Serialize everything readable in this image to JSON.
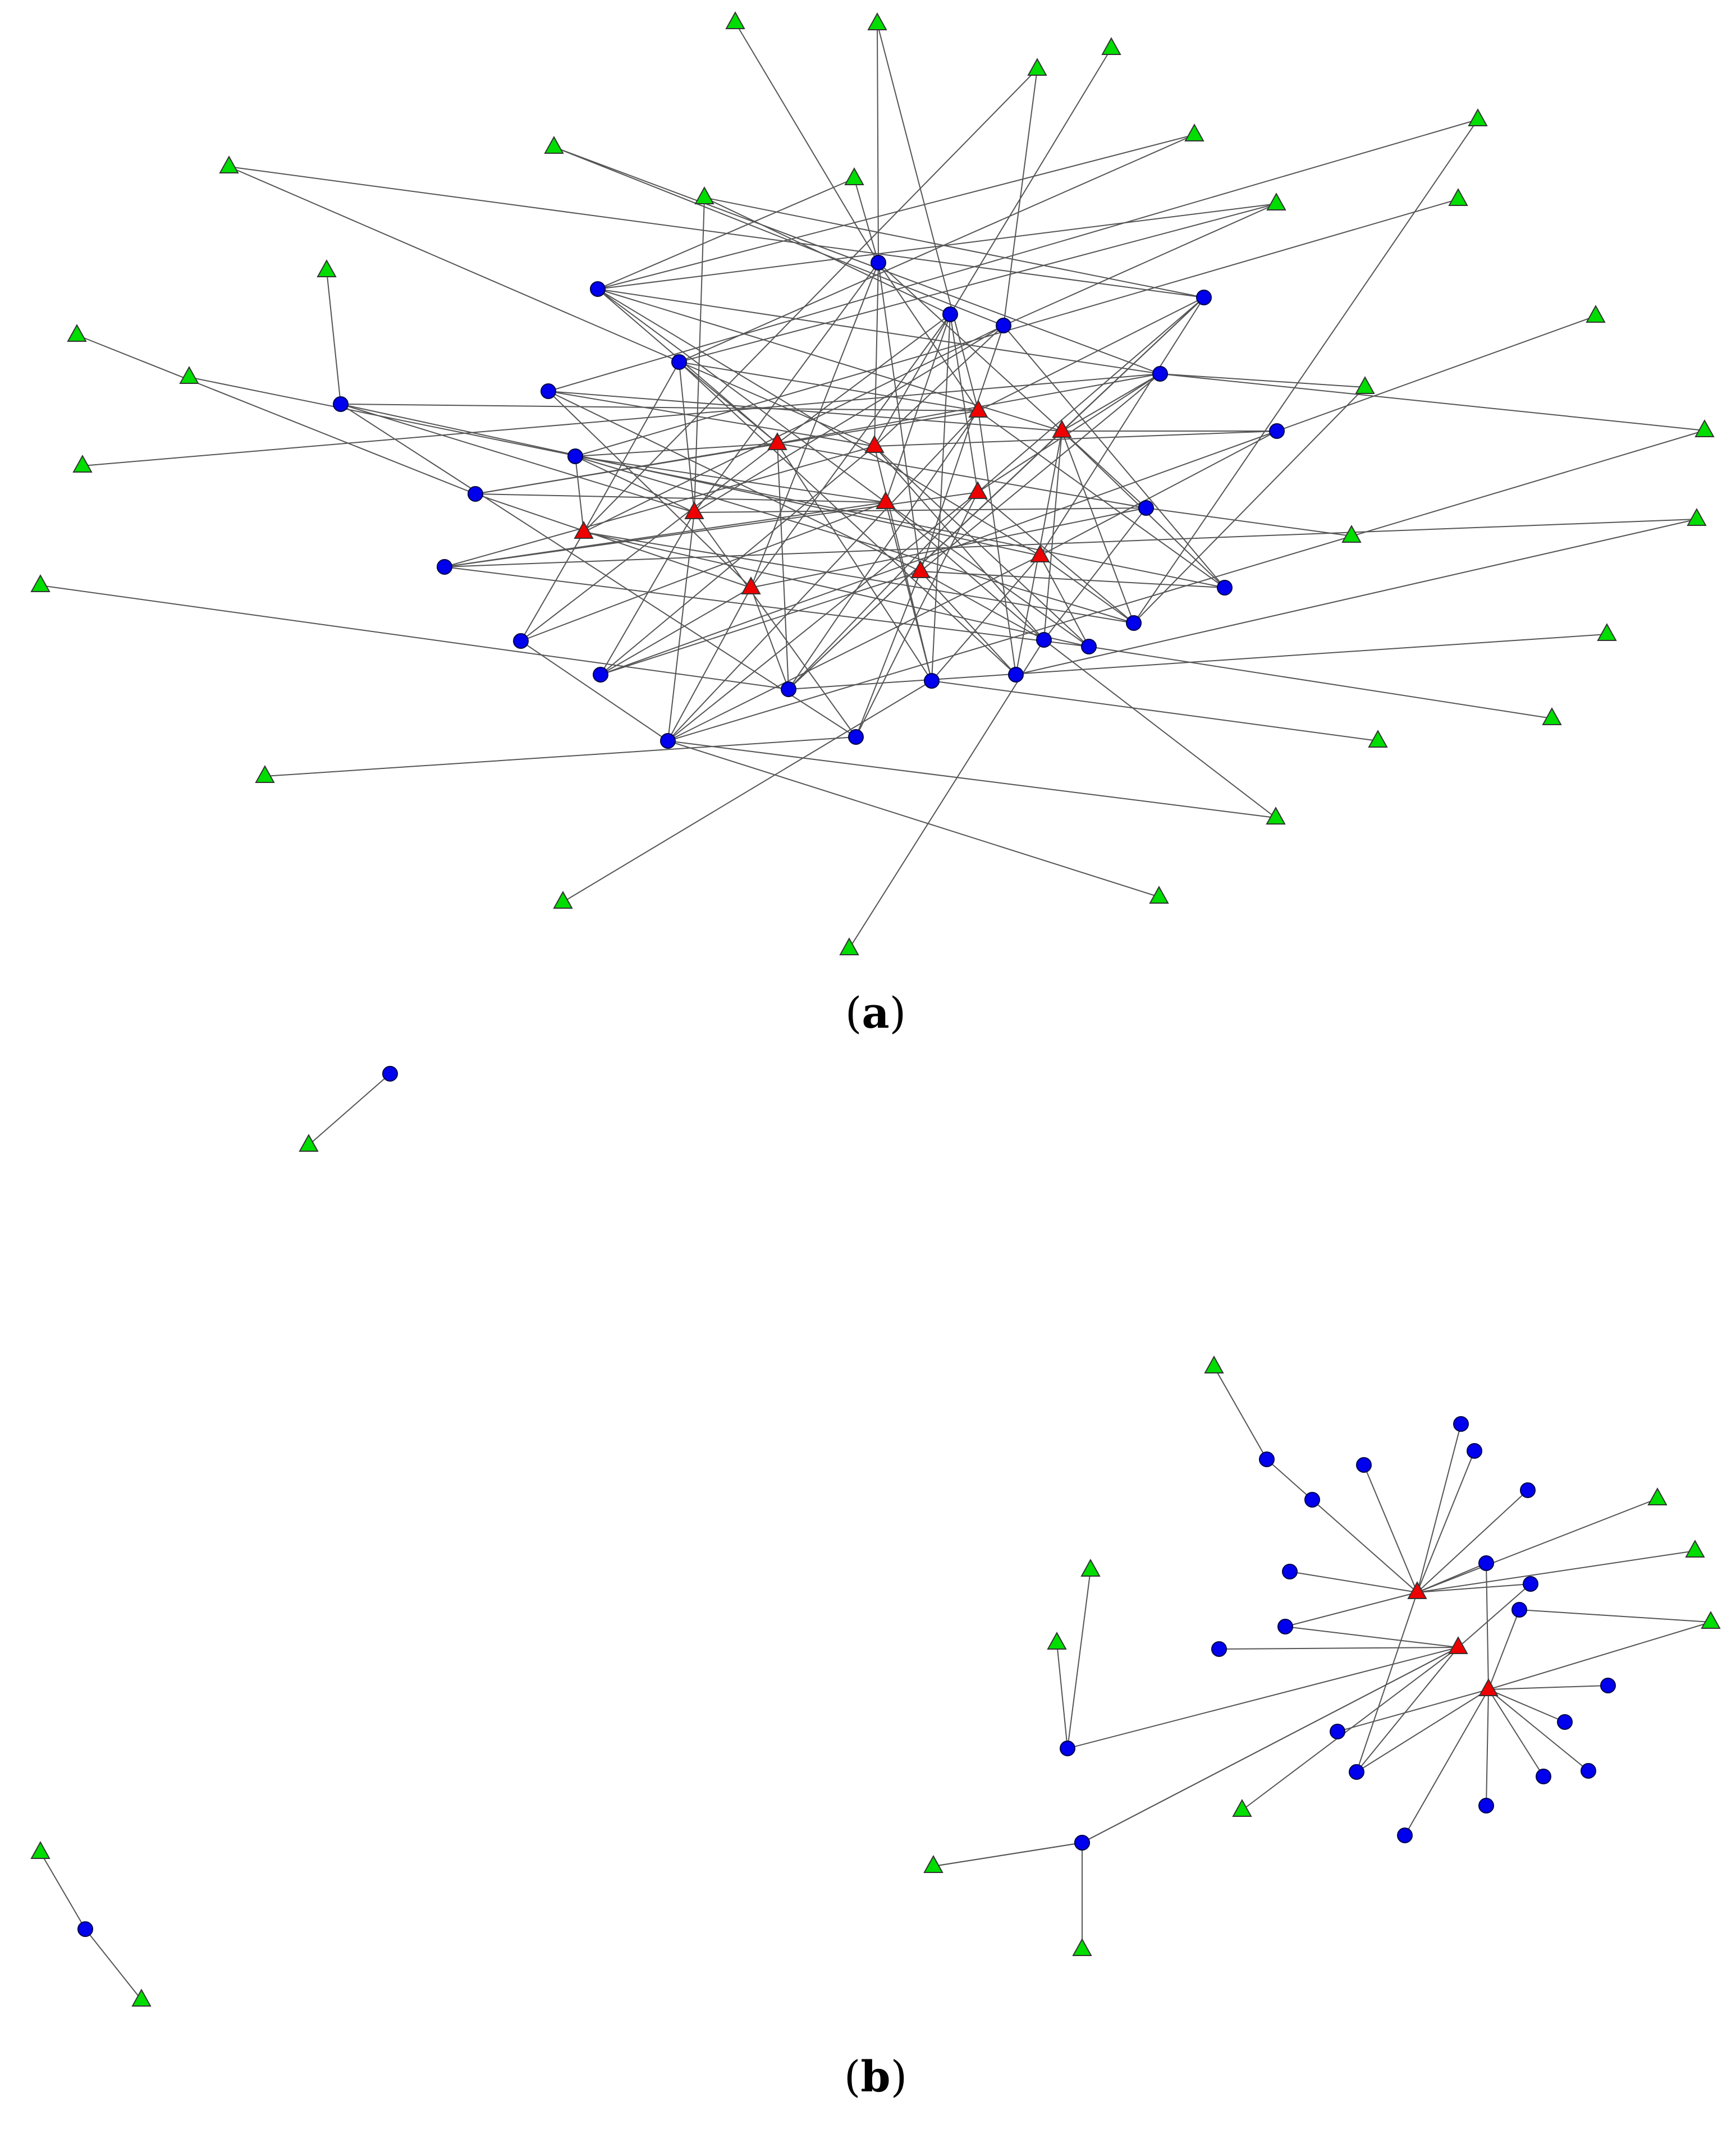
{
  "colors": {
    "circle_fill": "#0000ee",
    "circle_stroke": "#00004a",
    "green_triangle_fill": "#00dd00",
    "red_triangle_fill": "#ee0000",
    "triangle_stroke": "#333333",
    "edge": "#555555"
  },
  "captions": {
    "a": {
      "open": "(",
      "letter": "a",
      "close": ")"
    },
    "b": {
      "open": "(",
      "letter": "b",
      "close": ")"
    }
  },
  "networks": {
    "a": {
      "nodes": {
        "c1": "circle",
        "c2": "circle",
        "c3": "circle",
        "c4": "circle",
        "c5": "circle",
        "c6": "circle",
        "c7": "circle",
        "c8": "circle",
        "c9": "circle",
        "c10": "circle",
        "c11": "circle",
        "c12": "circle",
        "c13": "circle",
        "c14": "circle",
        "c15": "circle",
        "c16": "circle",
        "c17": "circle",
        "c18": "circle",
        "c19": "circle",
        "c20": "circle",
        "c21": "circle",
        "c22": "circle",
        "c23": "circle",
        "c24": "circle",
        "c25": "circle",
        "r1": "red-triangle",
        "r2": "red-triangle",
        "r3": "red-triangle",
        "r4": "red-triangle",
        "r5": "red-triangle",
        "r6": "red-triangle",
        "r7": "red-triangle",
        "r8": "red-triangle",
        "r9": "red-triangle",
        "r10": "red-triangle",
        "r11": "red-triangle",
        "g1": "green-triangle",
        "g2": "green-triangle",
        "g3": "green-triangle",
        "g4": "green-triangle",
        "g5": "green-triangle",
        "g6": "green-triangle",
        "g7": "green-triangle",
        "g8": "green-triangle",
        "g9": "green-triangle",
        "g10": "green-triangle",
        "g11": "green-triangle",
        "g12": "green-triangle",
        "g13": "green-triangle",
        "g14": "green-triangle",
        "g15": "green-triangle",
        "g16": "green-triangle",
        "g17": "green-triangle",
        "g18": "green-triangle",
        "g19": "green-triangle",
        "g20": "green-triangle",
        "g21": "green-triangle",
        "g22": "green-triangle",
        "g23": "green-triangle",
        "g24": "green-triangle",
        "g25": "green-triangle",
        "g26": "green-triangle",
        "g27": "green-triangle",
        "g28": "green-triangle",
        "g29": "green-triangle",
        "g30": "green-triangle"
      },
      "edges": [
        [
          "g1",
          "c1"
        ],
        [
          "g2",
          "c1"
        ],
        [
          "g3",
          "r8"
        ],
        [
          "g4",
          "c3"
        ],
        [
          "g5",
          "c4"
        ],
        [
          "g6",
          "c1"
        ],
        [
          "g6",
          "c2"
        ],
        [
          "g7",
          "c3"
        ],
        [
          "g7",
          "c5"
        ],
        [
          "g8",
          "c5"
        ],
        [
          "g9",
          "c2"
        ],
        [
          "g9",
          "c4"
        ],
        [
          "g9",
          "c6"
        ],
        [
          "g10",
          "c6"
        ],
        [
          "g10",
          "c2"
        ],
        [
          "g11",
          "c7"
        ],
        [
          "g11",
          "c17"
        ],
        [
          "g12",
          "c10"
        ],
        [
          "g13",
          "c8"
        ],
        [
          "g14",
          "c11"
        ],
        [
          "g15",
          "c12"
        ],
        [
          "g16",
          "c15"
        ],
        [
          "g17",
          "c9"
        ],
        [
          "g17",
          "c17"
        ],
        [
          "g18",
          "c9"
        ],
        [
          "g19",
          "c9"
        ],
        [
          "g20",
          "c14"
        ],
        [
          "g20",
          "c21"
        ],
        [
          "g21",
          "c13"
        ],
        [
          "g22",
          "c19"
        ],
        [
          "g23",
          "c19"
        ],
        [
          "g24",
          "c20"
        ],
        [
          "g25",
          "c22"
        ],
        [
          "g26",
          "c23"
        ],
        [
          "g27",
          "c24"
        ],
        [
          "g28",
          "c24"
        ],
        [
          "g29",
          "c22"
        ],
        [
          "g30",
          "c25"
        ],
        [
          "g2",
          "r3"
        ],
        [
          "g5",
          "c9"
        ],
        [
          "g3",
          "c4"
        ],
        [
          "g8",
          "r2"
        ],
        [
          "g7",
          "r5"
        ],
        [
          "g18",
          "c24"
        ],
        [
          "g27",
          "c25"
        ],
        [
          "c1",
          "r2"
        ],
        [
          "c1",
          "r3"
        ],
        [
          "c1",
          "r5"
        ],
        [
          "c1",
          "r9"
        ],
        [
          "c1",
          "r10"
        ],
        [
          "c2",
          "r1"
        ],
        [
          "c2",
          "r4"
        ],
        [
          "c2",
          "r6"
        ],
        [
          "c2",
          "r11"
        ],
        [
          "c3",
          "r1"
        ],
        [
          "c3",
          "r2"
        ],
        [
          "c3",
          "r6"
        ],
        [
          "c3",
          "r7"
        ],
        [
          "c3",
          "r9"
        ],
        [
          "c4",
          "r2"
        ],
        [
          "c4",
          "r5"
        ],
        [
          "c4",
          "r8"
        ],
        [
          "c4",
          "r10"
        ],
        [
          "c5",
          "r3"
        ],
        [
          "c5",
          "r4"
        ],
        [
          "c5",
          "r7"
        ],
        [
          "c5",
          "r11"
        ],
        [
          "c6",
          "r1"
        ],
        [
          "c6",
          "r3"
        ],
        [
          "c6",
          "r5"
        ],
        [
          "c6",
          "r8"
        ],
        [
          "c7",
          "r2"
        ],
        [
          "c7",
          "r4"
        ],
        [
          "c7",
          "r9"
        ],
        [
          "c7",
          "r10"
        ],
        [
          "c8",
          "r3"
        ],
        [
          "c8",
          "r5"
        ],
        [
          "c8",
          "r11"
        ],
        [
          "c9",
          "r1"
        ],
        [
          "c9",
          "r4"
        ],
        [
          "c9",
          "r7"
        ],
        [
          "c9",
          "r10"
        ],
        [
          "c10",
          "r1"
        ],
        [
          "c10",
          "r5"
        ],
        [
          "c10",
          "r6"
        ],
        [
          "c10",
          "r8"
        ],
        [
          "c11",
          "r2"
        ],
        [
          "c11",
          "r4"
        ],
        [
          "c11",
          "r11"
        ],
        [
          "c12",
          "r1"
        ],
        [
          "c12",
          "r3"
        ],
        [
          "c12",
          "r6"
        ],
        [
          "c12",
          "r9"
        ],
        [
          "c13",
          "r1"
        ],
        [
          "c13",
          "r5"
        ],
        [
          "c13",
          "r9"
        ],
        [
          "c14",
          "r2"
        ],
        [
          "c14",
          "r6"
        ],
        [
          "c14",
          "r7"
        ],
        [
          "c15",
          "r3"
        ],
        [
          "c15",
          "r4"
        ],
        [
          "c15",
          "r10"
        ],
        [
          "c16",
          "r1"
        ],
        [
          "c16",
          "r6"
        ],
        [
          "c16",
          "r8"
        ],
        [
          "c17",
          "r4"
        ],
        [
          "c17",
          "r7"
        ],
        [
          "c17",
          "r8"
        ],
        [
          "c17",
          "r11"
        ],
        [
          "c18",
          "r2"
        ],
        [
          "c18",
          "r5"
        ],
        [
          "c18",
          "r9"
        ],
        [
          "c18",
          "r10"
        ],
        [
          "c19",
          "r1"
        ],
        [
          "c19",
          "r3"
        ],
        [
          "c19",
          "r4"
        ],
        [
          "c19",
          "r7"
        ],
        [
          "c19",
          "r9"
        ],
        [
          "c20",
          "r2"
        ],
        [
          "c20",
          "r6"
        ],
        [
          "c20",
          "r8"
        ],
        [
          "c20",
          "r11"
        ],
        [
          "c21",
          "r3"
        ],
        [
          "c21",
          "r4"
        ],
        [
          "c21",
          "r10"
        ],
        [
          "c22",
          "r1"
        ],
        [
          "c22",
          "r2"
        ],
        [
          "c22",
          "r6"
        ],
        [
          "c22",
          "r11"
        ],
        [
          "c23",
          "r5"
        ],
        [
          "c23",
          "r7"
        ],
        [
          "c23",
          "r10"
        ],
        [
          "c24",
          "r3"
        ],
        [
          "c24",
          "r5"
        ],
        [
          "c24",
          "r7"
        ],
        [
          "c24",
          "r9"
        ],
        [
          "c24",
          "r11"
        ],
        [
          "c25",
          "r2"
        ],
        [
          "c25",
          "r4"
        ],
        [
          "c25",
          "r6"
        ],
        [
          "c25",
          "r10"
        ],
        [
          "c2",
          "c9"
        ],
        [
          "c3",
          "c22"
        ],
        [
          "c5",
          "c19"
        ],
        [
          "c6",
          "c21"
        ],
        [
          "c11",
          "c18"
        ],
        [
          "c13",
          "c25"
        ],
        [
          "c14",
          "c20"
        ],
        [
          "c16",
          "c24"
        ],
        [
          "c8",
          "c23"
        ],
        [
          "c10",
          "c17"
        ],
        [
          "c1",
          "c13"
        ],
        [
          "c4",
          "c15"
        ]
      ]
    },
    "b": {
      "nodes": {
        "pair_c": "circle",
        "pair_g": "green-triangle",
        "chain_g1": "green-triangle",
        "chain_c": "circle",
        "chain_g2": "green-triangle",
        "hub1": "red-triangle",
        "hub2": "red-triangle",
        "hub3": "red-triangle",
        "bc1": "circle",
        "bc2": "circle",
        "bc3": "circle",
        "bc4": "circle",
        "bc5": "circle",
        "bc6": "circle",
        "bc7": "circle",
        "bc8": "circle",
        "bc9": "circle",
        "bc10": "circle",
        "bc11": "circle",
        "bc12": "circle",
        "bc13": "circle",
        "bc14": "circle",
        "bc15": "circle",
        "bc16": "circle",
        "bc17": "circle",
        "bc18": "circle",
        "bc19": "circle",
        "bc20": "circle",
        "bc21": "circle",
        "bc22": "circle",
        "bc23": "circle",
        "bg1": "green-triangle",
        "bg2": "green-triangle",
        "bg3": "green-triangle",
        "bg4": "green-triangle",
        "bg5": "green-triangle",
        "bg6": "green-triangle",
        "bg7": "green-triangle",
        "bg8": "green-triangle",
        "bg9": "green-triangle",
        "bg10": "green-triangle"
      },
      "edges": [
        [
          "pair_c",
          "pair_g"
        ],
        [
          "chain_g1",
          "chain_c"
        ],
        [
          "chain_c",
          "chain_g2"
        ],
        [
          "bg1",
          "bc1"
        ],
        [
          "bc1",
          "bc2"
        ],
        [
          "bc2",
          "hub1"
        ],
        [
          "bc3",
          "hub1"
        ],
        [
          "bc4",
          "hub1"
        ],
        [
          "bc5",
          "hub1"
        ],
        [
          "bc6",
          "hub1"
        ],
        [
          "bc7",
          "hub1"
        ],
        [
          "bc8",
          "hub1"
        ],
        [
          "bc10",
          "hub1"
        ],
        [
          "bg2",
          "hub1"
        ],
        [
          "bg3",
          "hub1"
        ],
        [
          "bc9",
          "hub1"
        ],
        [
          "bc9",
          "hub2"
        ],
        [
          "bc15",
          "hub1"
        ],
        [
          "bc7",
          "hub3"
        ],
        [
          "bc11",
          "hub3"
        ],
        [
          "bg4",
          "hub3"
        ],
        [
          "bc14",
          "hub3"
        ],
        [
          "bc16",
          "hub3"
        ],
        [
          "bc17",
          "hub3"
        ],
        [
          "bc18",
          "hub3"
        ],
        [
          "bc19",
          "hub3"
        ],
        [
          "bc20",
          "hub3"
        ],
        [
          "bc21",
          "hub3"
        ],
        [
          "bc15",
          "hub3"
        ],
        [
          "bc10",
          "hub2"
        ],
        [
          "bc13",
          "hub2"
        ],
        [
          "bc12",
          "hub2"
        ],
        [
          "bg7",
          "hub2"
        ],
        [
          "bc22",
          "hub2"
        ],
        [
          "bc23",
          "hub2"
        ],
        [
          "bc15",
          "hub2"
        ],
        [
          "bg5",
          "bc13"
        ],
        [
          "bg6",
          "bc13"
        ],
        [
          "bc11",
          "bg4"
        ],
        [
          "bg8",
          "bc22"
        ],
        [
          "bg9",
          "bc23"
        ],
        [
          "bg10",
          "bc23"
        ]
      ]
    }
  }
}
